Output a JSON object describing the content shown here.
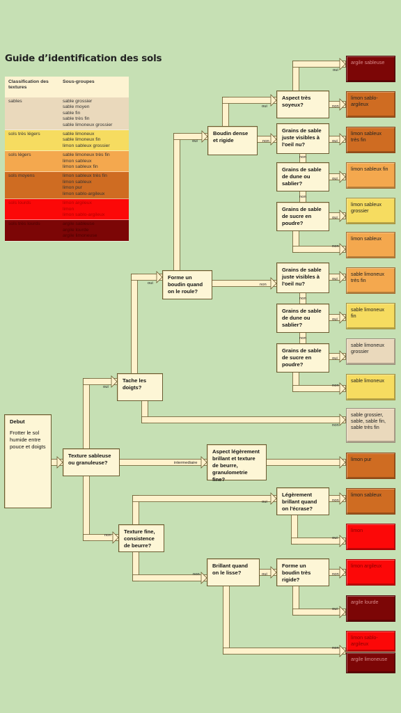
{
  "title": "Guide d’identification des sols",
  "legend": {
    "headers": [
      "Classification des textures",
      "Sous-groupes"
    ],
    "rows": [
      {
        "name": "sables",
        "color": "#ead9bc",
        "items": [
          "sable grossier",
          "sable moyen",
          "sable fin",
          "sable très fin",
          "sable limoneux grossier"
        ]
      },
      {
        "name": "sols très légers",
        "color": "#f6dc60",
        "items": [
          "sable limoneux",
          "sable limoneux fin",
          "limon sableux grossier"
        ]
      },
      {
        "name": "sols légers",
        "color": "#f4a84e",
        "items": [
          "sable limoneux très fin",
          "limon sableux",
          "limon sableux fin"
        ]
      },
      {
        "name": "sols moyens",
        "color": "#cf6c22",
        "items": [
          "limon sableux très fin",
          "limon sableux",
          "limon pur",
          "limon sablo-argileux"
        ]
      },
      {
        "name": "sols lourds",
        "color": "#fc0808",
        "items": [
          "limon argileux",
          "limon",
          "limon sablo-argileux"
        ]
      },
      {
        "name": "sols très lourds",
        "color": "#7c0606",
        "items": [
          "argile sableuse",
          "argile lourde",
          "argile limoneuse"
        ]
      }
    ]
  },
  "colors": {
    "sables": "#ead9bc",
    "tres_legers": "#f6dc60",
    "legers": "#f4a84e",
    "moyens": "#cf6c22",
    "lourds": "#fc0808",
    "tres_lourds": "#7c0606",
    "box": "#fdf6d6",
    "connector": "#fff2cc"
  },
  "start": {
    "title": "Debut",
    "text": "Frotter le sol humide entre pouce et doigts"
  },
  "nodes": {
    "texture": "Texture sableuse ou granuleuse?",
    "tache": "Tache les doigts?",
    "texture_fine": "Texture fine, consistence de beurre?",
    "forme_boudin": "Forme un boudin quand on le roule?",
    "aspect_brillant": "Aspect légèrement brillant et texture de beurre, granulometrie fine?",
    "brillant_lisse": "Brillant quand on le lisse?",
    "leg_brillant": "Légèrement brillant quand on l'écrase?",
    "forme_rigide": "Forme un boudin très rigide?",
    "boudin_dense": "Boudin dense et rigide",
    "aspect_soyeux": "Aspect très soyeux?",
    "grains1": "Grains de sable juste visibles à l'oeil nu?",
    "grains2": "Grains de sable de dune ou sablier?",
    "grains3": "Grains de sable de sucre en poudre?",
    "grains4": "Grains de sable juste visibles à l'oeil nu?",
    "grains5": "Grains de sable de dune ou sablier?",
    "grains6": "Grains de sable de sucre en poudre?"
  },
  "results": [
    {
      "text": "argile sableuse",
      "color": "#7c0606"
    },
    {
      "text": "limon sablo-argileux",
      "color": "#cf6c22"
    },
    {
      "text": "limon sableux très fin",
      "color": "#cf6c22"
    },
    {
      "text": "limon sableux fin",
      "color": "#f4a84e"
    },
    {
      "text": "limon sableux grossier",
      "color": "#f6dc60"
    },
    {
      "text": "limon sableux",
      "color": "#f4a84e"
    },
    {
      "text": "sable limoneux très fin",
      "color": "#f4a84e"
    },
    {
      "text": "sable limoneux fin",
      "color": "#f6dc60"
    },
    {
      "text": "sable limoneux grossier",
      "color": "#ead9bc"
    },
    {
      "text": "sable limoneux",
      "color": "#f6dc60"
    },
    {
      "text": "sable grossier, sable, sable fin, sable très fin",
      "color": "#ead9bc"
    },
    {
      "text": "limon pur",
      "color": "#cf6c22"
    },
    {
      "text": "limon sableux",
      "color": "#cf6c22"
    },
    {
      "text": "limon",
      "color": "#fc0808"
    },
    {
      "text": "limon argileux",
      "color": "#fc0808"
    },
    {
      "text": "argile lourde",
      "color": "#7c0606"
    },
    {
      "text": "limon sablo-argileux",
      "color": "#fc0808"
    },
    {
      "text": "argile limoneuse",
      "color": "#7c0606"
    }
  ],
  "labels": {
    "oui": "oui",
    "non": "non",
    "intermediaire": "intermediaire"
  }
}
